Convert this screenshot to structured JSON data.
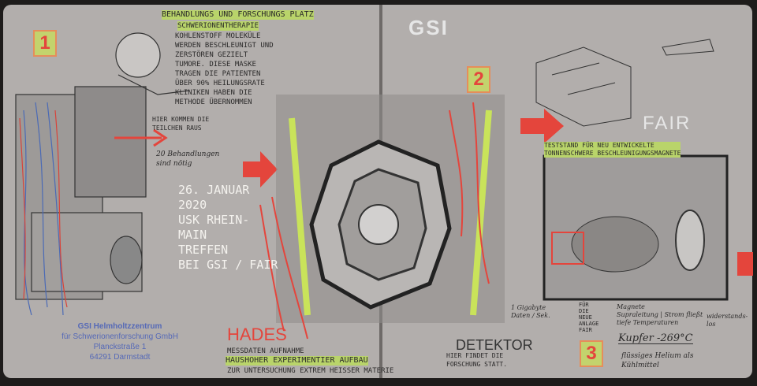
{
  "left_page": {
    "number_1": "1",
    "heading": "BEHANDLUNGS UND FORSCHUNGS PLATZ",
    "subheading": "SCHWERIONENTHERAPIE",
    "therapy_text": "KOHLENSTOFF MOLEKÜLE\nWERDEN BESCHLEUNIGT UND\nZERSTÖREN GEZIELT\nTUMORE. DIESE MASKE\nTRAGEN DIE PATIENTEN\nÜBER 90% HEILUNGSRATE\nKLINIKEN HABEN DIE\nMETHODE ÜBERNOMMEN",
    "particles_note": "HIER KOMMEN DIE\nTEILCHEN RAUS",
    "treatments_note": "20 Behandlungen\nsind nötig",
    "event_text": "26. JANUAR\n2020\nUSK RHEIN-\nMAIN\nTREFFEN\nBEI GSI / FAIR",
    "address": [
      "GSI Helmholtzzentrum",
      "für Schwerionenforschung GmbH",
      "Planckstraße 1",
      "64291 Darmstadt"
    ],
    "hades_title": "HADES",
    "hades_line1": "MESSDATEN AUFNAHME",
    "hades_line2": "HAUSHOHER EXPERIMENTIER AUFBAU",
    "hades_line3": "ZUR UNTERSUCHUNG EXTREM HEIßER MATERIE"
  },
  "right_page": {
    "logo_gsi": "GSI",
    "logo_fair": "FAIR",
    "number_2": "2",
    "number_3": "3",
    "detector_title": "DETEKTOR",
    "detector_note": "HIER FINDET DIE\nFORSCHUNG STATT.",
    "data_note": "1 Gigabyte\nDaten / Sek.",
    "test_stand": "TESTSTAND FÜR NEU ENTWICKELTE\nTONNENSCHWERE BESCHLEUNIGUNGSMAGNETE",
    "for_fair": "FÜR\nDIE\nNEUE\nANLAGE\nFAIR",
    "magnet_note": "Magnete\nSupraleitung | Strom fließt\ntiefe Temperaturen",
    "resistance_note": "widerstands-\nlos",
    "copper_note": "Kupfer -269°C",
    "helium_note": "flüssiges Helium als\nKühlmittel"
  },
  "colors": {
    "paper": "#b2aeac",
    "highlight": "#b9d46a",
    "red": "#e4453c",
    "address_blue": "#5569b7"
  }
}
